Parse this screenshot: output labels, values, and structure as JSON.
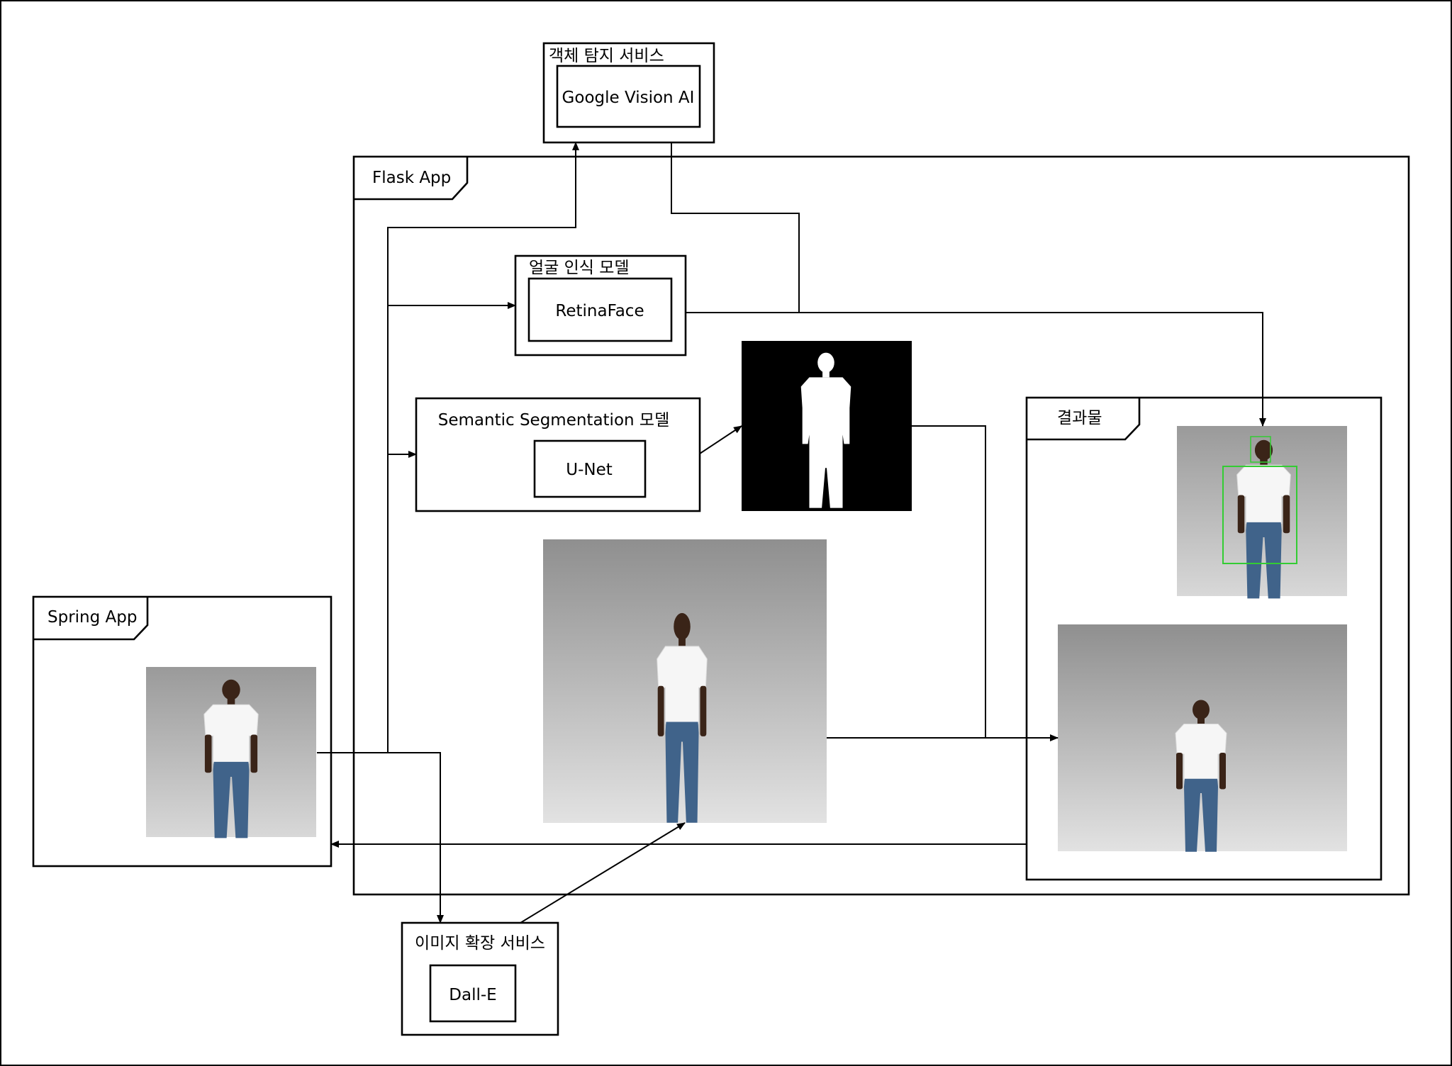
{
  "frames": {
    "flask": "Flask App",
    "spring": "Spring App",
    "result": "결과물"
  },
  "services": {
    "object_detection": {
      "title": "객체 탐지 서비스",
      "component": "Google Vision AI"
    },
    "face_recognition": {
      "title": "얼굴 인식 모델",
      "component": "RetinaFace"
    },
    "segmentation": {
      "title": "Semantic Segmentation 모델",
      "component": "U-Net"
    },
    "image_expansion": {
      "title": "이미지 확장 서비스",
      "component": "Dall-E"
    }
  },
  "colors": {
    "line": "#000000",
    "face_box": "#33cc33",
    "photo_bg_top": "#8f8f8f",
    "photo_bg_bottom": "#e2e2e2",
    "mask_bg": "#000000",
    "mask_fg": "#ffffff"
  },
  "icons": [
    "person-photo",
    "segmentation-mask",
    "bounding-box"
  ]
}
